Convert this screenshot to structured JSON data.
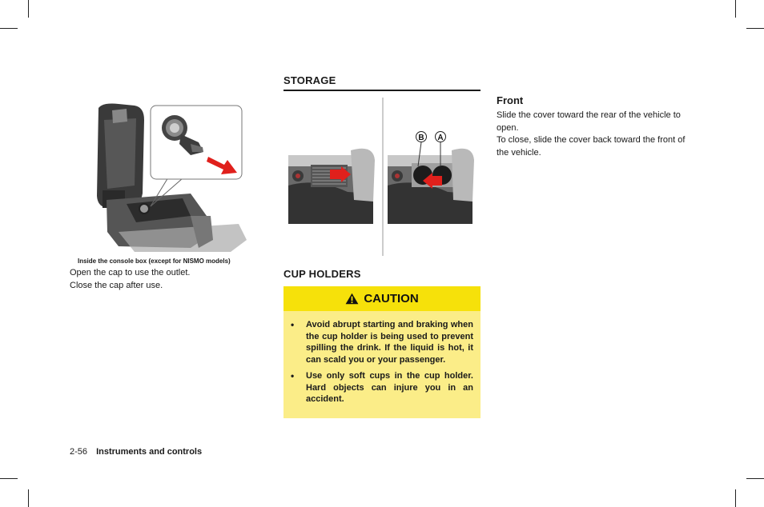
{
  "left": {
    "figure_caption": "Inside the console box (except for NISMO models)",
    "paragraphs": [
      "Open the cap to use the outlet.",
      "Close the cap after use."
    ]
  },
  "middle": {
    "storage_heading": "STORAGE",
    "callout_b": "B",
    "callout_a": "A",
    "cup_holders_heading": "CUP HOLDERS",
    "caution": {
      "label": "CAUTION",
      "items": [
        "Avoid abrupt starting and braking when the cup holder is being used to prevent spilling the drink. If the liquid is hot, it can scald you or your passenger.",
        "Use only soft cups in the cup holder. Hard objects can injure you in an accident."
      ]
    }
  },
  "right": {
    "front_heading": "Front",
    "lines": [
      "Slide the cover toward the rear of the vehicle to open.",
      "To close, slide the cover back toward the front of the vehicle."
    ]
  },
  "footer": {
    "page_number": "2-56",
    "section": "Instruments and controls"
  },
  "colors": {
    "caution_header": "#f6e10a",
    "caution_body": "#fbed88",
    "arrow_red": "#e0201c"
  }
}
